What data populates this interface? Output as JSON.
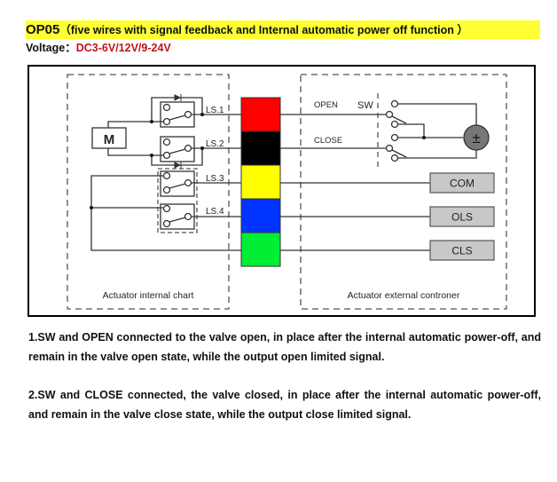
{
  "header": {
    "model_code": "OP05",
    "description": "（five wires with signal feedback and Internal automatic power off function ）",
    "voltage_label": "Voltage：",
    "voltage_value": "DC3-6V/12V/9-24V",
    "highlight_color": "#ffff33",
    "voltage_color": "#c0141c"
  },
  "diagram": {
    "motor_label": "M",
    "limit_switches": [
      "LS.1",
      "LS.2",
      "LS.3",
      "LS.4"
    ],
    "wire_colors": [
      {
        "name": "red",
        "hex": "#ff0000"
      },
      {
        "name": "black",
        "hex": "#000000"
      },
      {
        "name": "yellow",
        "hex": "#ffff00"
      },
      {
        "name": "blue",
        "hex": "#0033ff"
      },
      {
        "name": "green",
        "hex": "#00ee33"
      }
    ],
    "open_label": "OPEN",
    "close_label": "CLOSE",
    "switch_label": "SW",
    "power_symbol": "±",
    "terminals": [
      "COM",
      "OLS",
      "CLS"
    ],
    "internal_caption": "Actuator internal chart",
    "external_caption": "Actuator external controner"
  },
  "notes": [
    "1.SW and OPEN connected to the valve open, in place after the internal automatic power-off, and remain in the valve open state, while the output open limited signal.",
    "2.SW and CLOSE connected, the valve closed, in place after the internal automatic power-off, and remain in the valve close state, while the output close limited signal."
  ]
}
